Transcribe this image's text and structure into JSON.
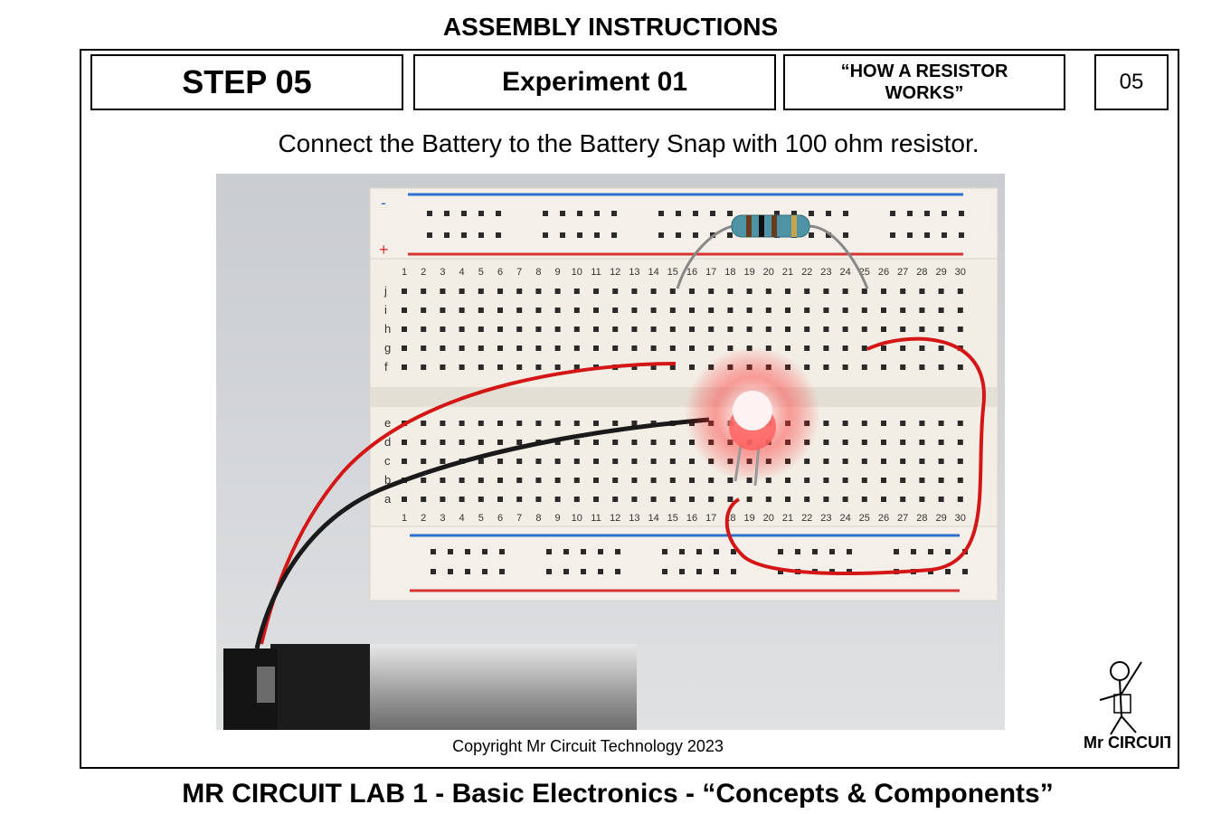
{
  "header": {
    "title": "ASSEMBLY INSTRUCTIONS"
  },
  "info": {
    "step": "STEP 05",
    "experiment": "Experiment 01",
    "topic": "“HOW A RESISTOR WORKS”",
    "page_number": "05"
  },
  "instruction": "Connect the Battery to the Battery Snap with 100 ohm resistor.",
  "photo": {
    "breadboard_top_numbers": [
      "1",
      "2",
      "3",
      "4",
      "5",
      "6",
      "7",
      "8",
      "9",
      "10",
      "11",
      "12",
      "13",
      "14",
      "15",
      "16",
      "17",
      "18",
      "19",
      "20",
      "21",
      "22",
      "23",
      "24",
      "25",
      "26",
      "27",
      "28",
      "29",
      "30"
    ],
    "breadboard_row_letters_top": [
      "j",
      "i",
      "h",
      "g",
      "f"
    ],
    "breadboard_row_letters_bottom": [
      "e",
      "d",
      "c",
      "b",
      "a"
    ],
    "rail_minus": "-",
    "rail_plus": "+",
    "colors": {
      "led": "#ff2a2a",
      "wire_red": "#d41616",
      "wire_black": "#1a1a1a",
      "rail_blue": "#2f6fd0",
      "rail_red": "#d63333"
    }
  },
  "copyright": "Copyright Mr Circuit Technology 2023",
  "logo": {
    "text": "Mr CIRCUIT"
  },
  "footer": {
    "title": "MR CIRCUIT LAB 1 - Basic Electronics - “Concepts & Components”"
  }
}
